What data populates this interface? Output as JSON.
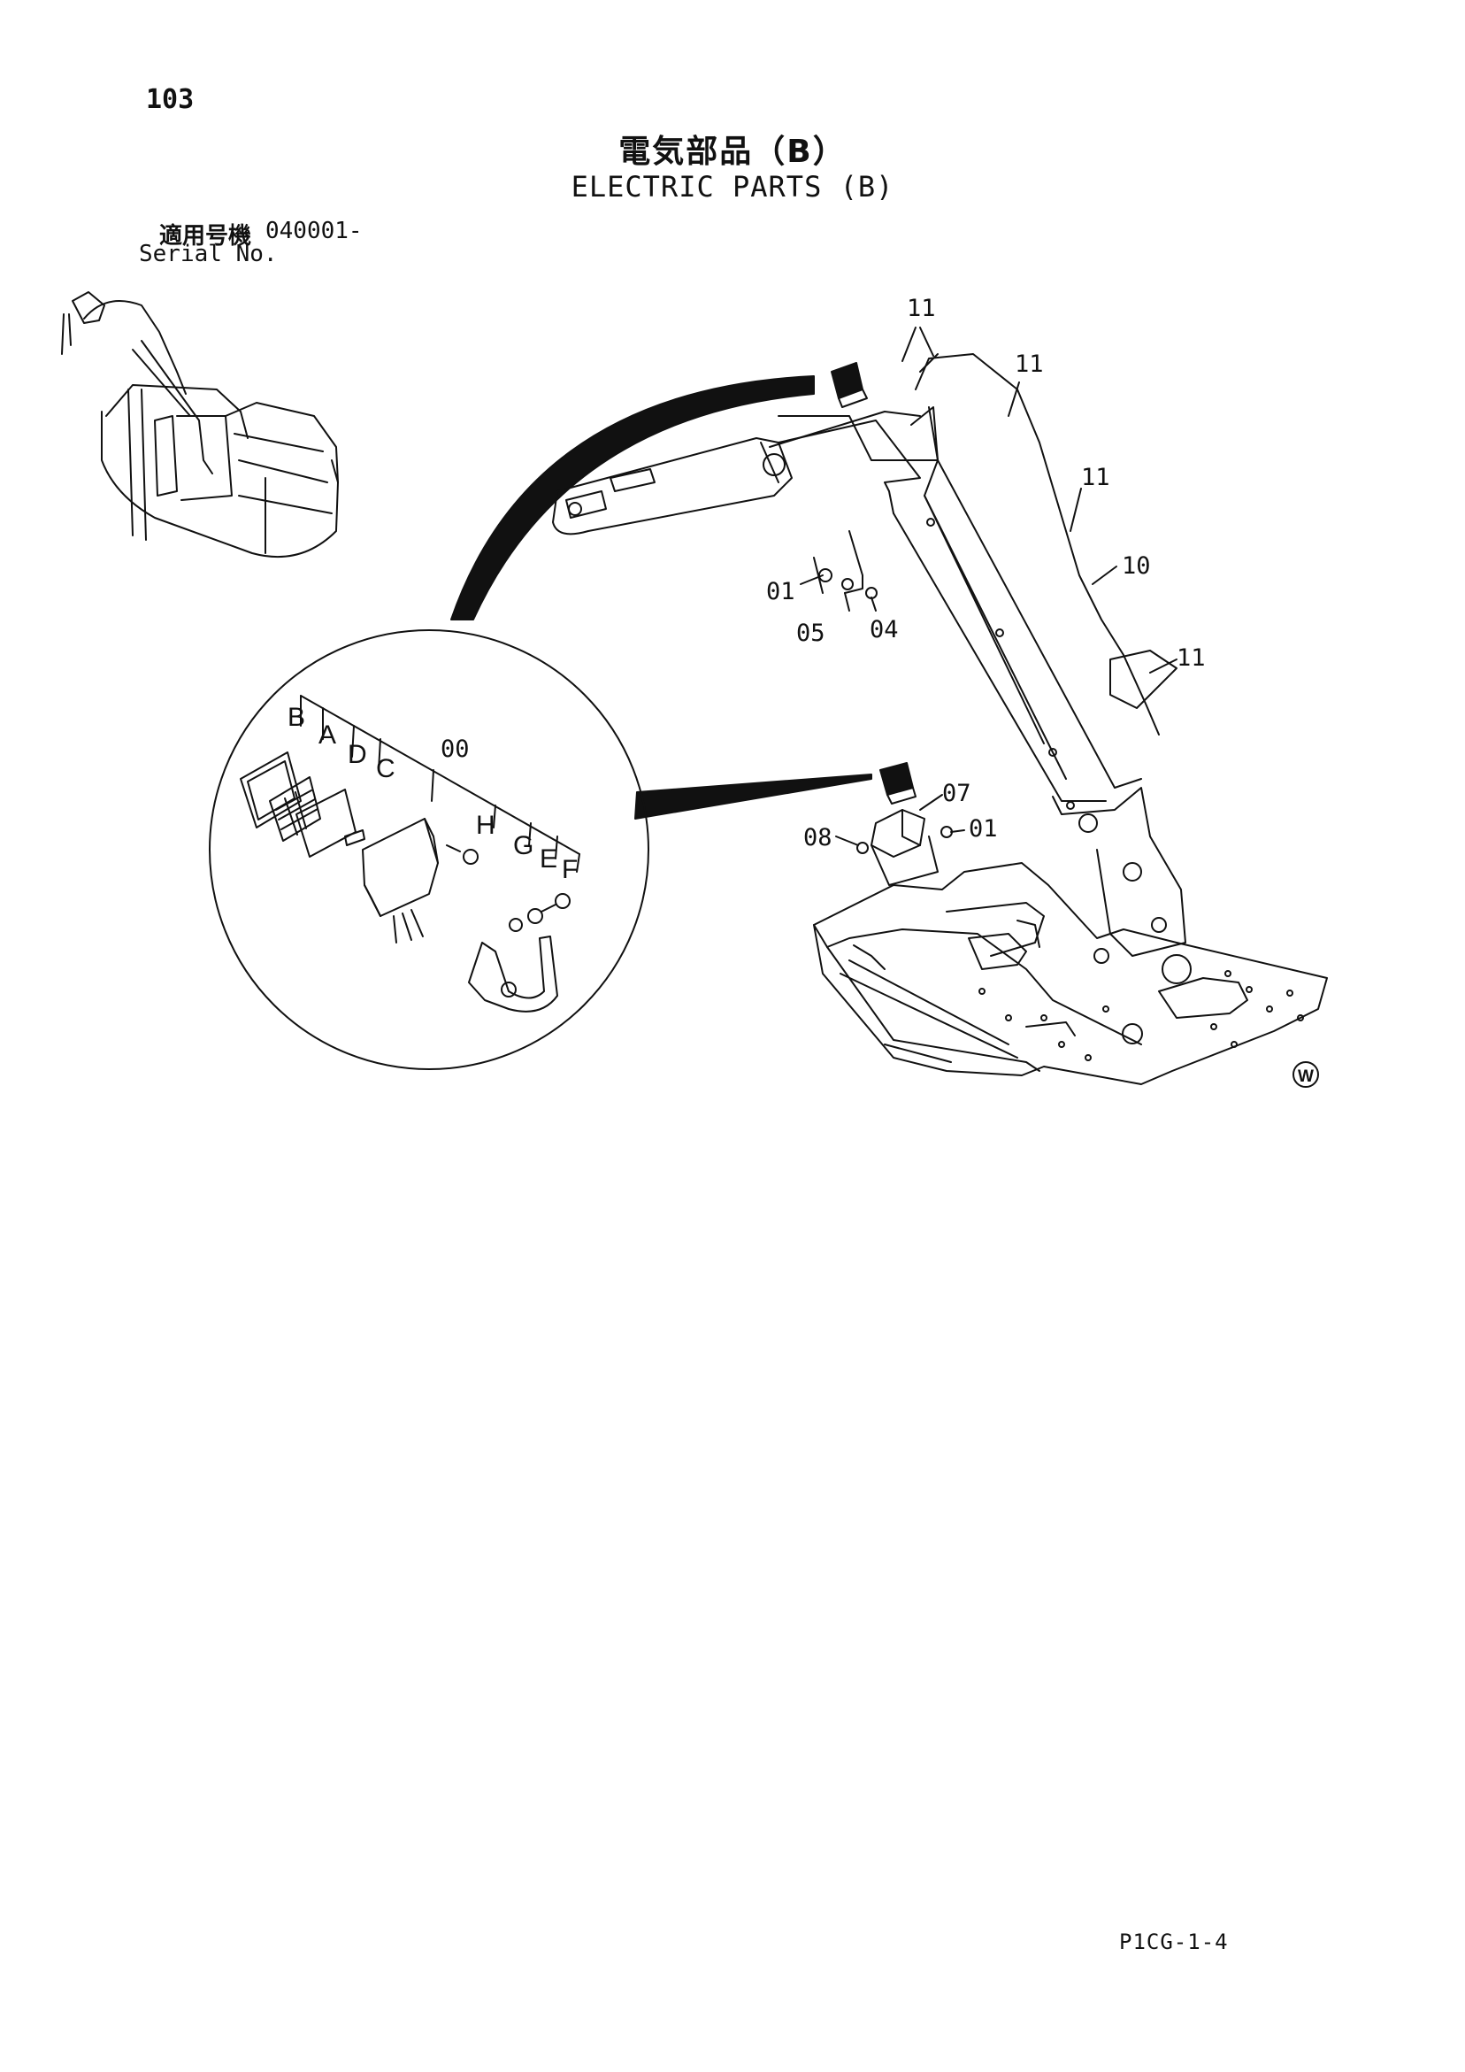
{
  "header": {
    "page_number": "103",
    "title_jp": "電気部品（B）",
    "title_en": "ELECTRIC PARTS (B)",
    "serial_label_jp": "適用号機",
    "serial_value": "040001-",
    "serial_label_en": "Serial No."
  },
  "diagram": {
    "callouts": {
      "c11a": "11",
      "c11b": "11",
      "c11c": "11",
      "c11d": "11",
      "c10": "10",
      "c01a": "01",
      "c05": "05",
      "c04": "04",
      "c07": "07",
      "c08": "08",
      "c01b": "01",
      "c00": "00",
      "cB": "B",
      "cA": "A",
      "cD": "D",
      "cC": "C",
      "cH": "H",
      "cG": "G",
      "cE": "E",
      "cF": "F"
    },
    "stamp": "W"
  },
  "footer": {
    "code": "P1CG-1-4"
  }
}
